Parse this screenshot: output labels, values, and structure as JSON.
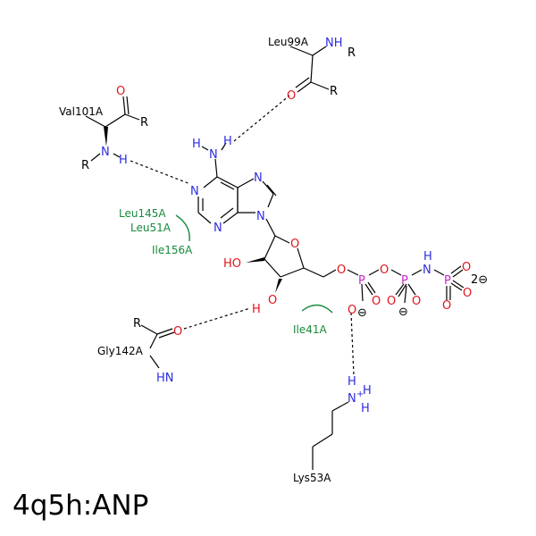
{
  "title": "4q5h:ANP",
  "colors": {
    "carbon": "#000000",
    "nitrogen": "#2c2ce0",
    "oxygen": "#e0141e",
    "phosphorus": "#c828c8",
    "hydrophobic": "#178a3c"
  },
  "residues": {
    "leu99": "Leu99A",
    "val101": "Val101A",
    "gly142": "Gly142A",
    "lys53": "Lys53A"
  },
  "hydrophobic": {
    "leu145": "Leu145A",
    "leu51": "Leu51A",
    "ile156": "Ile156A",
    "ile41": "Ile41A"
  },
  "atoms": {
    "N": "N",
    "H": "H",
    "O": "O",
    "P": "P",
    "R": "R",
    "HO": "HO",
    "NH": "NH",
    "HN": "HN",
    "charge_neg": "⊖",
    "charge_pos": "+",
    "charge_2neg": "2⊖"
  }
}
